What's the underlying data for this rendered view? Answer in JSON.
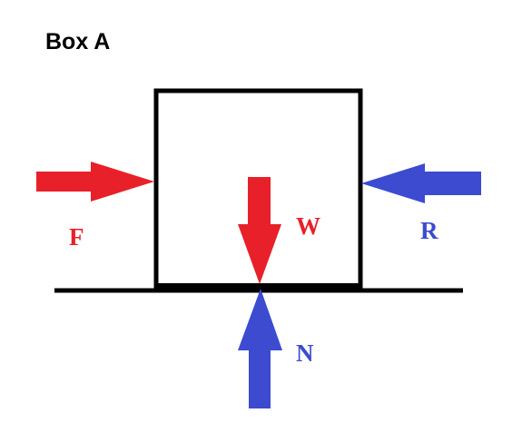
{
  "diagram": {
    "title": "Box A",
    "forces": {
      "applied": {
        "label": "F",
        "color": "#e8202a",
        "direction": "right"
      },
      "weight": {
        "label": "W",
        "color": "#e8202a",
        "direction": "down"
      },
      "resistance": {
        "label": "R",
        "color": "#3c4bd0",
        "direction": "left"
      },
      "normal": {
        "label": "N",
        "color": "#3c4bd0",
        "direction": "up"
      }
    },
    "colors": {
      "box_outline": "#000000",
      "ground": "#000000",
      "background": "#ffffff"
    }
  }
}
